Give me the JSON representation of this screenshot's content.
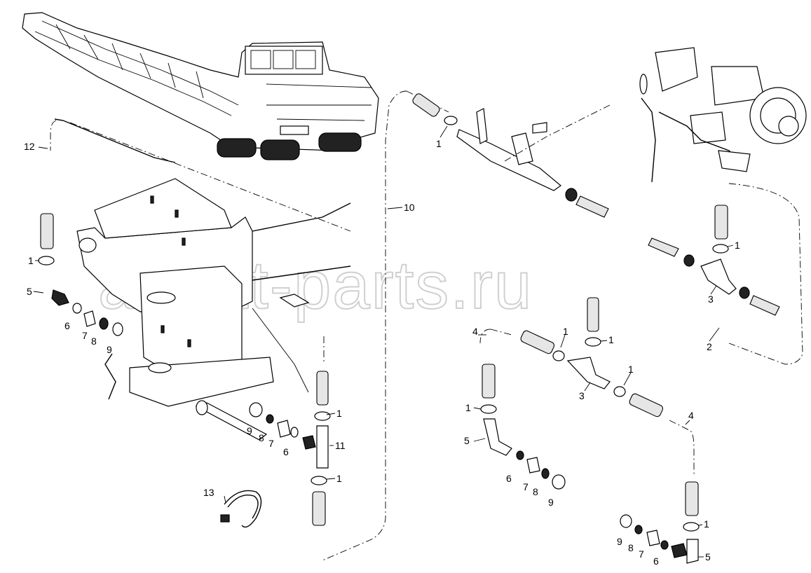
{
  "watermark": "ansat-parts.ru",
  "callouts": {
    "c12": "12",
    "c10": "10",
    "c13": "13",
    "c11": "11",
    "c2": "2",
    "c3a": "3",
    "c3b": "3",
    "c4a": "4",
    "c4b": "4",
    "c1_top": "1",
    "c1_lh": "1",
    "c1_lb1": "1",
    "c1_lb2": "1",
    "c1_rh": "1",
    "c1_ma": "1",
    "c1_mb": "1",
    "c1_mc": "1",
    "c1_md": "1",
    "c1_rb": "1",
    "c5_l": "5",
    "c5_m": "5",
    "c5_r": "5",
    "c6_l": "6",
    "c7_l": "7",
    "c8_l": "8",
    "c9_l": "9",
    "c9_lb": "9",
    "c8_lb": "8",
    "c7_lb": "7",
    "c6_lb": "6",
    "c6_m": "6",
    "c7_m": "7",
    "c8_m": "8",
    "c9_m": "9",
    "c9_r": "9",
    "c8_r": "8",
    "c7_r": "7",
    "c6_r": "6"
  }
}
